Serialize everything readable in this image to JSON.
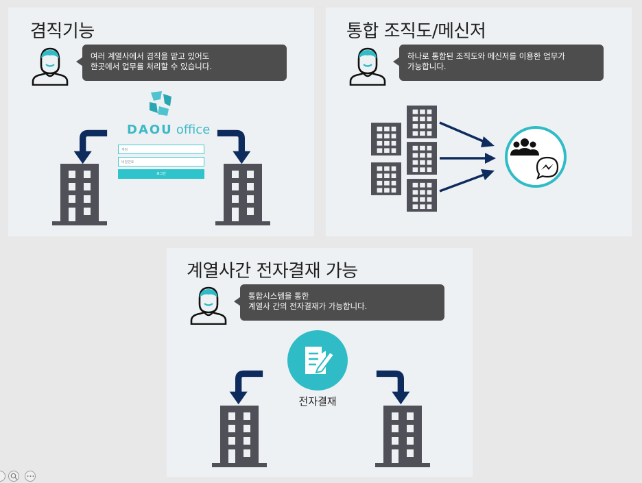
{
  "panels": {
    "concurrent": {
      "title": "겸직기능",
      "bubble_lines": [
        "여러 계열사에서 겸직을 맡고 있어도",
        "한곳에서 업무를 처리할 수 있습니다."
      ],
      "logo_text": {
        "brand": "DAOU",
        "suffix": "office"
      },
      "login": {
        "id_placeholder": "계정",
        "pw_placeholder": "비밀번호",
        "button_label": "로그인"
      }
    },
    "org_messenger": {
      "title": "통합 조직도/메신저",
      "bubble_lines": [
        "하나로 통합된 조직도와 메신저를 이용한 업무가",
        "가능합니다."
      ]
    },
    "approval": {
      "title": "계열사간 전자결재 가능",
      "bubble_lines": [
        "통합시스템을 통한",
        "계열사 간의 전자결재가 가능합니다."
      ],
      "caption": "전자결재"
    }
  },
  "colors": {
    "teal": "#2fbcc6",
    "navy": "#0d2b5c",
    "building": "#4f5058",
    "bubble": "#4d4d4d"
  },
  "icons": [
    "user-avatar-icon",
    "daou-logo-icon",
    "building-icon",
    "curved-arrow-icon",
    "group-icon",
    "messenger-icon",
    "document-sign-icon"
  ]
}
